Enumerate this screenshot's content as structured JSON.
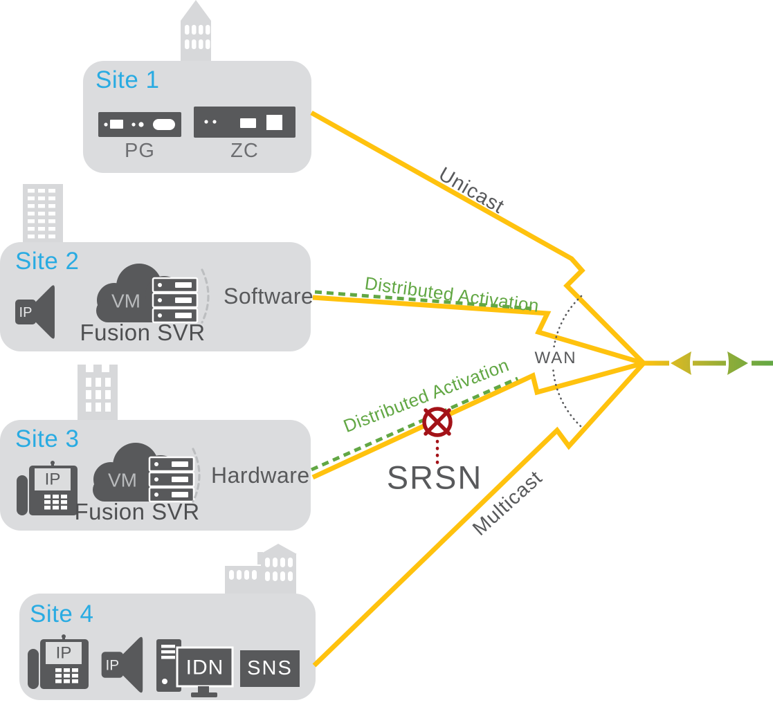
{
  "diagram": {
    "wan_label": "WAN",
    "srsn_label": "SRSN"
  },
  "links": {
    "unicast_label": "Unicast",
    "multicast_label": "Multicast",
    "site2_activation_label": "Distributed Activation",
    "site3_activation_label": "Distributed Activation"
  },
  "sites": [
    {
      "label": "Site 1",
      "device1_label": "PG",
      "device2_label": "ZC"
    },
    {
      "label": "Site 2",
      "speaker_label": "IP",
      "cloud_label": "VM",
      "server_label": "Fusion SVR",
      "deployment_label": "Software"
    },
    {
      "label": "Site 3",
      "phone_label": "IP",
      "cloud_label": "VM",
      "server_label": "Fusion SVR",
      "deployment_label": "Hardware"
    },
    {
      "label": "Site 4",
      "phone_label": "IP",
      "speaker_label": "IP",
      "workstation_label": "IDN",
      "server_label": "SNS"
    }
  ],
  "colors": {
    "link_yellow": "#FFC20E",
    "activation_green": "#62A744",
    "site_blue": "#29ABE2",
    "icon_gray": "#58595B",
    "alert_red": "#A31218",
    "box_gray": "#DBDCDE"
  }
}
